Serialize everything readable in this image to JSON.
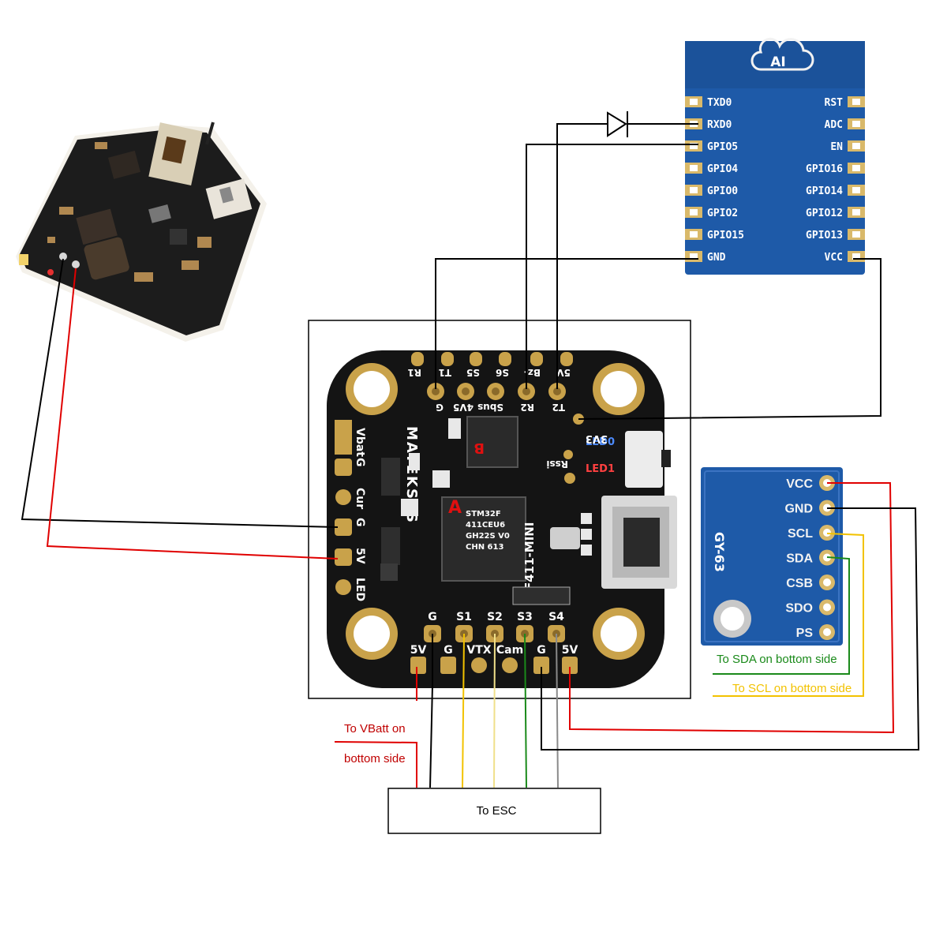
{
  "esp_module": {
    "logo": "AI",
    "left_pins": [
      "TXD0",
      "RXD0",
      "GPIO5",
      "GPIO4",
      "GPIO0",
      "GPIO2",
      "GPIO15",
      "GND"
    ],
    "right_pins": [
      "RST",
      "ADC",
      "EN",
      "GPIO16",
      "GPIO14",
      "GPIO12",
      "GPIO13",
      "VCC"
    ]
  },
  "flight_controller": {
    "brand": "MATEKSYS",
    "model": "F411-MINI",
    "chip": [
      "STM32F",
      "411CEU6",
      "GH22S V0",
      "CHN 613"
    ],
    "marker_a": "A",
    "marker_b": "B",
    "top_labels_row1": [
      "R1",
      "T1",
      "S5",
      "S6",
      "Bz-",
      "5V"
    ],
    "top_labels_row2": [
      "G",
      "4V5",
      "Sbus",
      "R2",
      "T2"
    ],
    "side_labels": [
      "3V3",
      "LED0",
      "LED1",
      "Rssi"
    ],
    "left_labels": [
      "Vbat",
      "G",
      "Cur",
      "G",
      "5V",
      "LED"
    ],
    "bottom_labels_row1": [
      "G",
      "S1",
      "S2",
      "S3",
      "S4"
    ],
    "bottom_labels_row2": [
      "5V",
      "G",
      "VTX",
      "Cam",
      "G",
      "5V"
    ]
  },
  "gy63": {
    "title": "GY-63",
    "pins": [
      "VCC",
      "GND",
      "SCL",
      "SDA",
      "CSB",
      "SDO",
      "PS"
    ]
  },
  "notes": {
    "sda": "To SDA on bottom side",
    "scl": "To SCL on bottom side",
    "vbatt_line1": "To VBatt on",
    "vbatt_line2": "bottom side",
    "esc": "To ESC"
  },
  "colors": {
    "board_blue": "#1e5aa8",
    "fc_black": "#141414",
    "pad_gold": "#c9a24a",
    "wire_black": "#000000",
    "wire_red": "#e00000",
    "wire_yellow": "#f2c200",
    "wire_pale_yellow": "#f0e08a",
    "wire_green": "#1a8a1a",
    "wire_gray": "#8a8a8a",
    "note_green": "#1a8a1a",
    "note_yellow": "#f2c200",
    "note_red": "#c00000"
  }
}
